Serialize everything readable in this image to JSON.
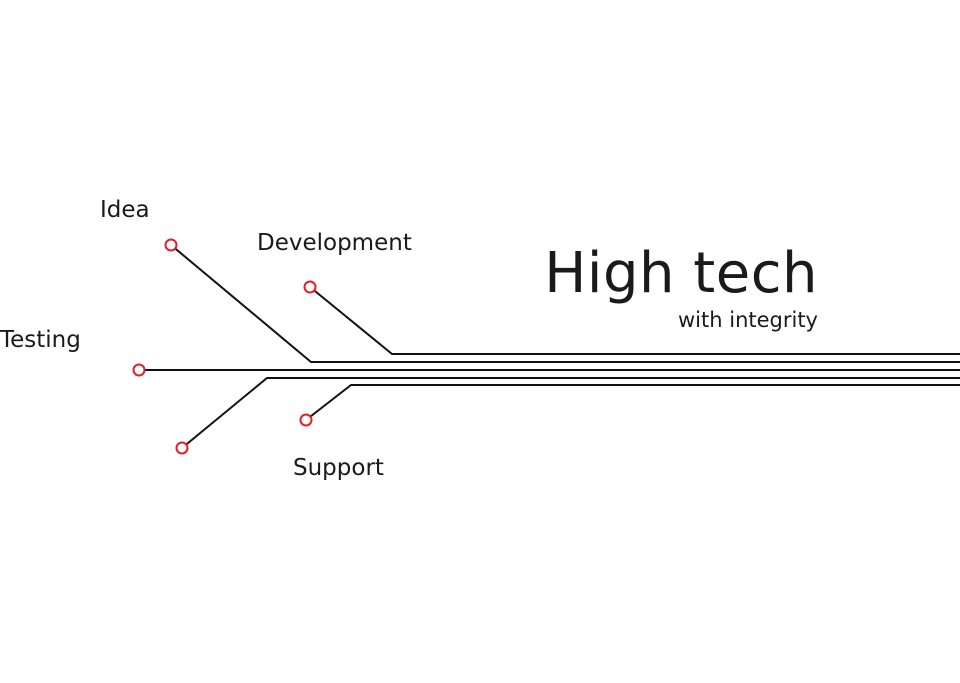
{
  "headline": {
    "title": "High tech",
    "subtitle": "with integrity"
  },
  "branches": [
    {
      "id": "idea",
      "label": "Idea"
    },
    {
      "id": "development",
      "label": "Development"
    },
    {
      "id": "testing",
      "label": "Testing"
    },
    {
      "id": "support",
      "label": "Support"
    }
  ],
  "colors": {
    "line": "#111111",
    "node": "#e0202a",
    "text": "#1a1a1a",
    "background": "#ffffff"
  },
  "icons": {
    "node": "circle-node-icon"
  }
}
